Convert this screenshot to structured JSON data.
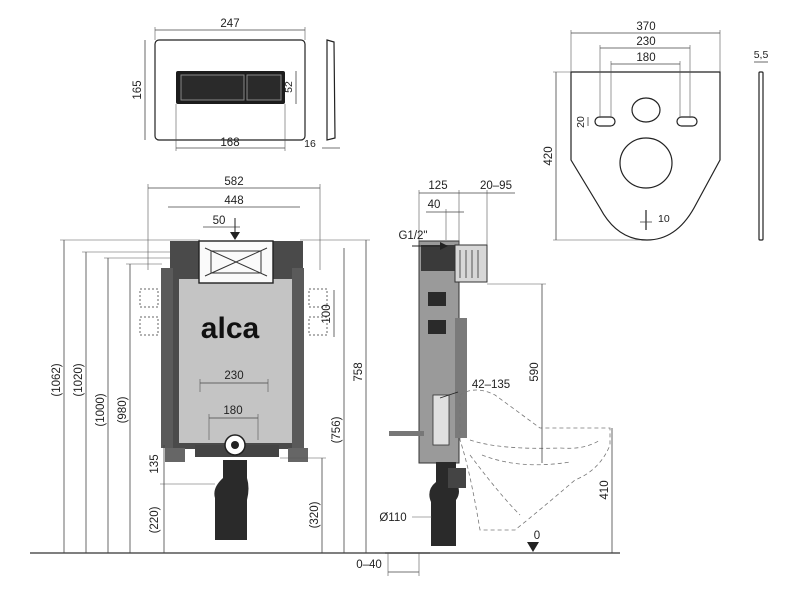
{
  "brand": {
    "logo_text": "alca"
  },
  "dimensions": {
    "plate_width": "247",
    "plate_height": "165",
    "button_height": "52",
    "button_width": "168",
    "plate_depth": "16",
    "cover_width": "370",
    "hole_spacing_outer": "230",
    "hole_spacing_inner": "180",
    "cover_height": "420",
    "cover_thickness": "5,5",
    "hole_height": "20",
    "slot_width": "10",
    "frame_width": "582",
    "frame_inner_width": "448",
    "tank_offset": "50",
    "side_depth": "125",
    "wall_offset": "20–95",
    "inlet_offset": "40",
    "inlet_thread": "G1/2\"",
    "h_1062": "(1062)",
    "h_1020": "(1020)",
    "h_1000": "(1000)",
    "h_980": "(980)",
    "h_758": "758",
    "h_756": "(756)",
    "h_100": "100",
    "bolt_spacing_230": "230",
    "bolt_spacing_180": "180",
    "h_135": "135",
    "h_220": "(220)",
    "h_320": "(320)",
    "h_590": "590",
    "h_42_135": "42–135",
    "h_410": "410",
    "pipe_diameter": "Ø110",
    "floor_offset": "0–40",
    "floor_level": "0"
  }
}
